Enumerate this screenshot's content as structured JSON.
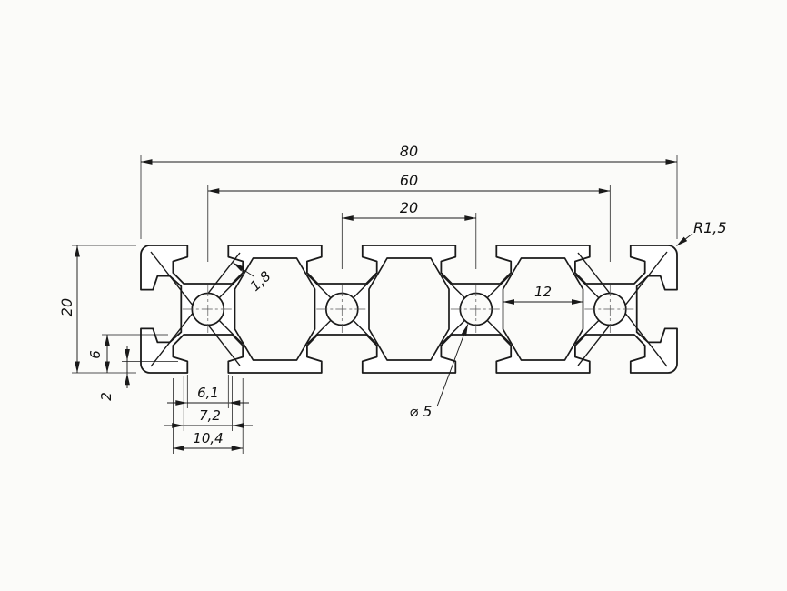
{
  "drawing": {
    "type": "technical-drawing",
    "subject": "aluminium-extrusion-profile-cross-section",
    "colors": {
      "background": "#fbfbf9",
      "line": "#1a1a1a"
    },
    "dims": {
      "overall_width": "80",
      "outer_hole_spacing": "60",
      "center_hole_spacing": "20",
      "height": "20",
      "slot_depth": "6",
      "lip_thickness": "2",
      "slot_opening": "6,1",
      "slot_mid_width": "7,2",
      "slot_inner_width": "10,4",
      "wall_thickness": "1,8",
      "chamber_width": "12",
      "bore_diameter": "⌀ 5",
      "corner_radius": "R1,5"
    }
  }
}
